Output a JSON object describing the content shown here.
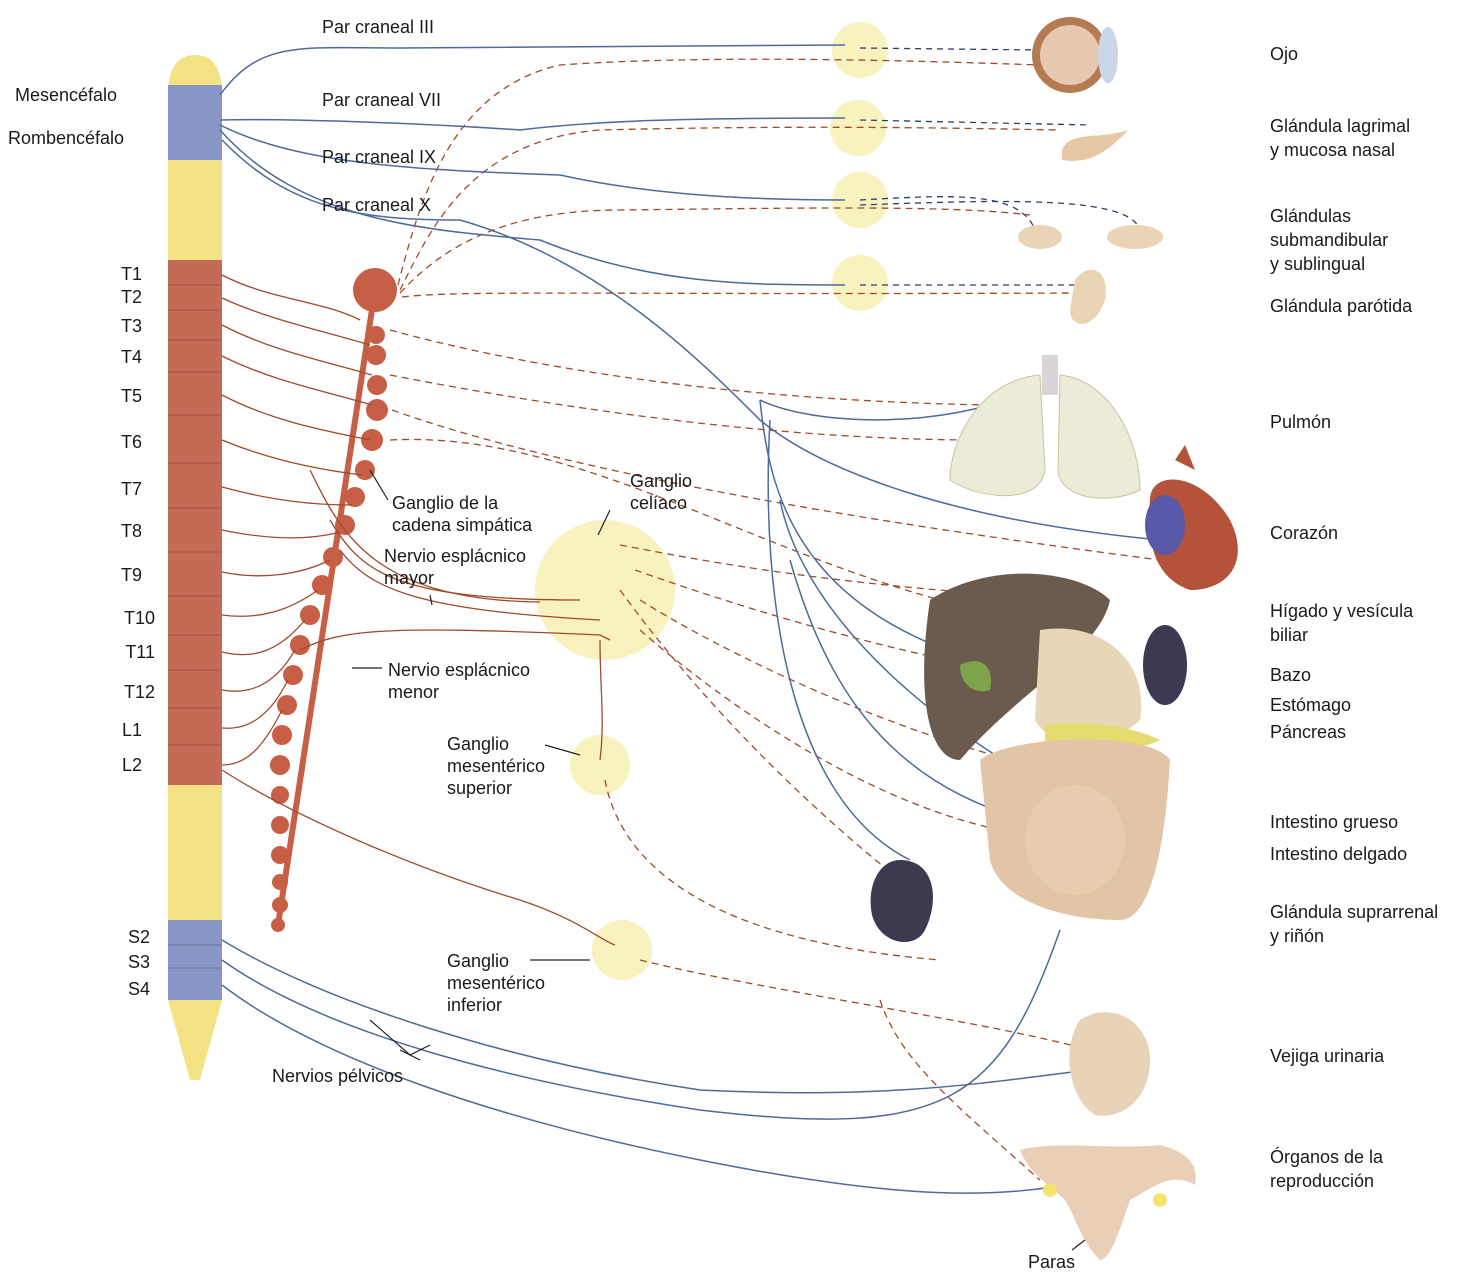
{
  "colors": {
    "parasympathetic": "#4f6a9a",
    "sympathetic": "#a04a2c",
    "spine_red": "#c56a55",
    "spine_yellow": "#f4e384",
    "spine_blue": "#8896c6",
    "ganglion_glow": "#f6f0b3"
  },
  "brain": {
    "mesencefalo": "Mesencéfalo",
    "rombencefalo": "Rombencéfalo"
  },
  "cranial_nerves": {
    "iii": "Par craneal III",
    "vii": "Par craneal VII",
    "ix": "Par craneal IX",
    "x": "Par craneal X"
  },
  "segments": {
    "t1": "T1",
    "t2": "T2",
    "t3": "T3",
    "t4": "T4",
    "t5": "T5",
    "t6": "T6",
    "t7": "T7",
    "t8": "T8",
    "t9": "T9",
    "t10": "T10",
    "t11": "T11",
    "t12": "T12",
    "l1": "L1",
    "l2": "L2",
    "s2": "S2",
    "s3": "S3",
    "s4": "S4"
  },
  "labels": {
    "sympathetic_chain": "Ganglio de la\ncadena simpática",
    "greater_splanchnic": "Nervio esplácnico\nmayor",
    "lesser_splanchnic": "Nervio esplácnico\nmenor",
    "celiac": "Ganglio\ncelíaco",
    "sup_mesenteric": "Ganglio\nmesentérico\nsuperior",
    "inf_mesenteric": "Ganglio\nmesentérico\ninferior",
    "pelvic_nerves": "Nervios pélvicos",
    "paras": "Paras"
  },
  "organs": {
    "ojo": "Ojo",
    "lagrimal": "Glándula lagrimal\ny mucosa nasal",
    "submandibular": "Glándulas\nsubmandibular\ny sublingual",
    "parotida": "Glándula parótida",
    "pulmon": "Pulmón",
    "corazon": "Corazón",
    "higado": "Hígado y vesícula\nbiliar",
    "bazo": "Bazo",
    "estomago": "Estómago",
    "pancreas": "Páncreas",
    "grueso": "Intestino grueso",
    "delgado": "Intestino delgado",
    "suprarrenal": "Glándula suprarrenal\ny riñón",
    "vejiga": "Vejiga urinaria",
    "reproduccion": "Órganos de la\nreproducción"
  }
}
